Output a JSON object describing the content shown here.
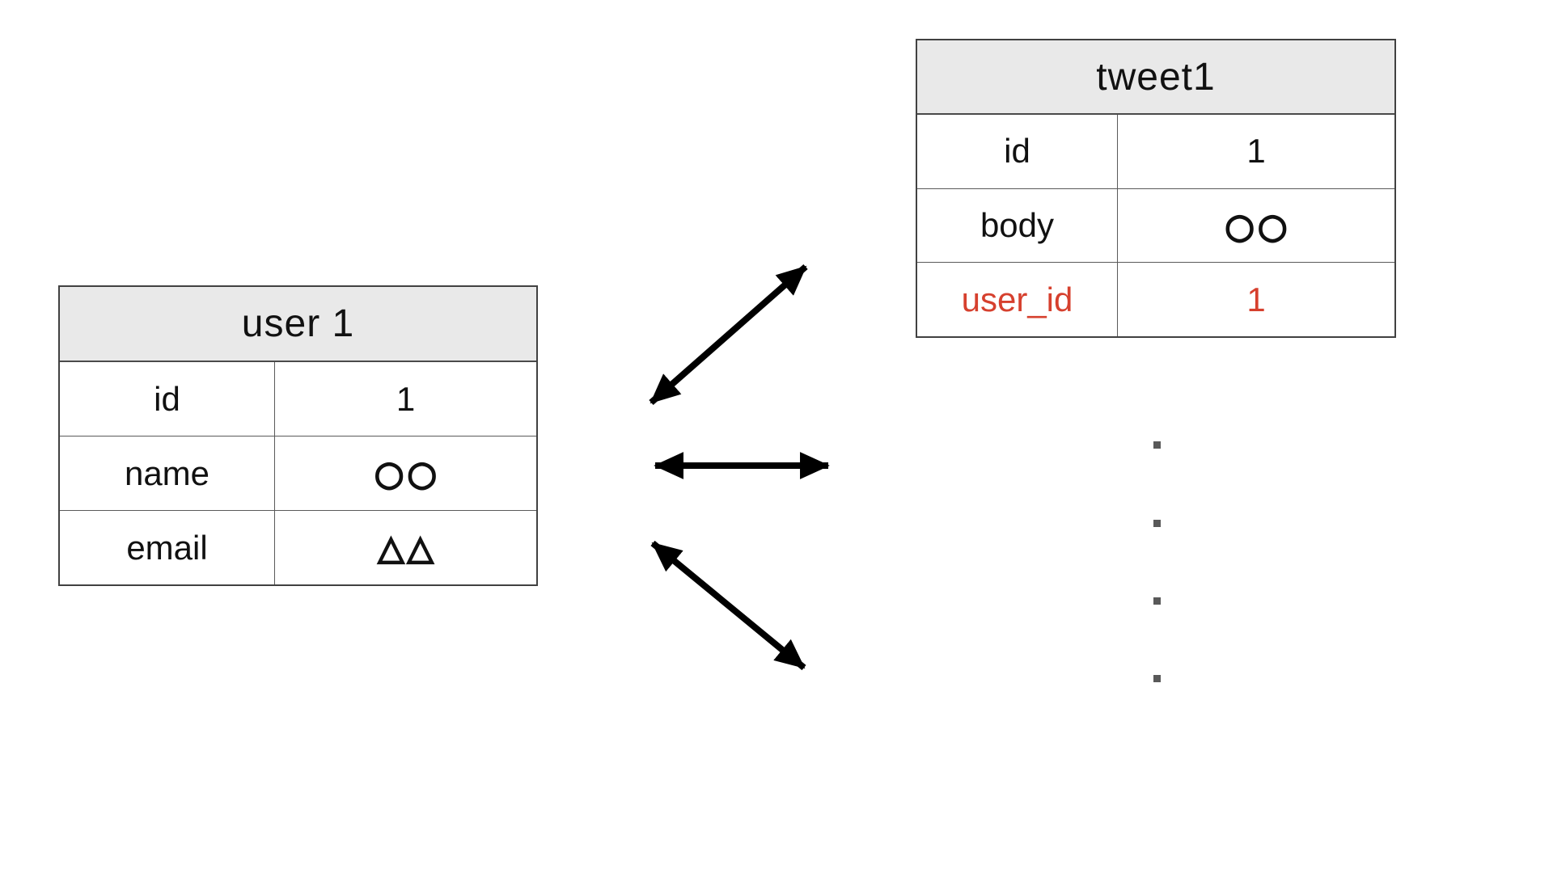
{
  "slide": {
    "background": "#ffffff"
  },
  "user_table": {
    "title": "user 1",
    "rows": [
      {
        "label": "id",
        "value": "1"
      },
      {
        "label": "name",
        "value": "○○"
      },
      {
        "label": "email",
        "value": "△△"
      }
    ]
  },
  "tweet_table": {
    "title": "tweet1",
    "rows": [
      {
        "label": "id",
        "value": "1"
      },
      {
        "label": "body",
        "value": "○○"
      },
      {
        "label": "user_id",
        "value": "1"
      }
    ]
  },
  "colors": {
    "table_header_bg": "#e9e9e9",
    "table_border": "#4a4a4a",
    "text": "#111111",
    "foreign_key_red": "#d6402e",
    "arrow_black": "#000000",
    "continuation_dot_gray": "#595959"
  },
  "continuation_dots_count": 4
}
